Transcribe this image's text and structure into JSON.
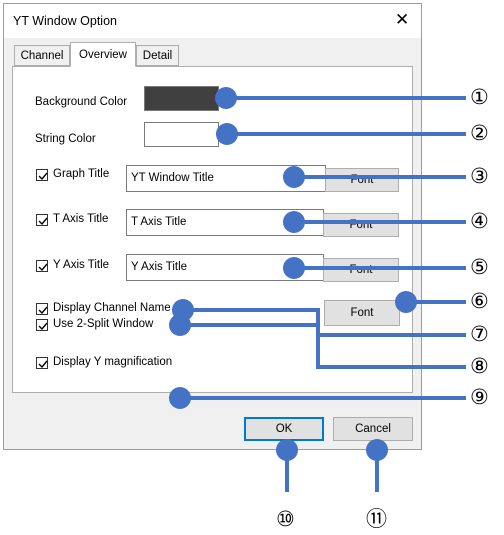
{
  "window": {
    "title": "YT Window Option",
    "close_glyph": "✕"
  },
  "tabs": [
    {
      "label": "Channel",
      "active": false
    },
    {
      "label": "Overview",
      "active": true
    },
    {
      "label": "Detail",
      "active": false
    }
  ],
  "overview": {
    "background_color_label": "Background Color",
    "background_color_value": "#404040",
    "string_color_label": "String Color",
    "string_color_value": "#ffffff",
    "graph_title": {
      "label": "Graph Title",
      "checked": true,
      "value": "YT Window Title",
      "font_button": "Font"
    },
    "t_axis_title": {
      "label": "T Axis Title",
      "checked": true,
      "value": "T Axis Title",
      "font_button": "Font"
    },
    "y_axis_title": {
      "label": "Y Axis Title",
      "checked": true,
      "value": "Y Axis Title",
      "font_button": "Font"
    },
    "display_channel_name": {
      "label": "Display Channel Name",
      "checked": true
    },
    "channel_name_font_button": "Font",
    "use_2_split_window": {
      "label": "Use 2-Split Window",
      "checked": true
    },
    "display_y_magnification": {
      "label": "Display Y magnification",
      "checked": true
    }
  },
  "buttons": {
    "ok": "OK",
    "cancel": "Cancel"
  },
  "callouts": [
    "①",
    "②",
    "③",
    "④",
    "⑤",
    "⑥",
    "⑦",
    "⑧",
    "⑨",
    "⑩",
    "⑪"
  ],
  "colors": {
    "callout_blue": "#4472c4",
    "dialog_bg": "#f0f0f0",
    "focus_blue": "#0078d7"
  }
}
